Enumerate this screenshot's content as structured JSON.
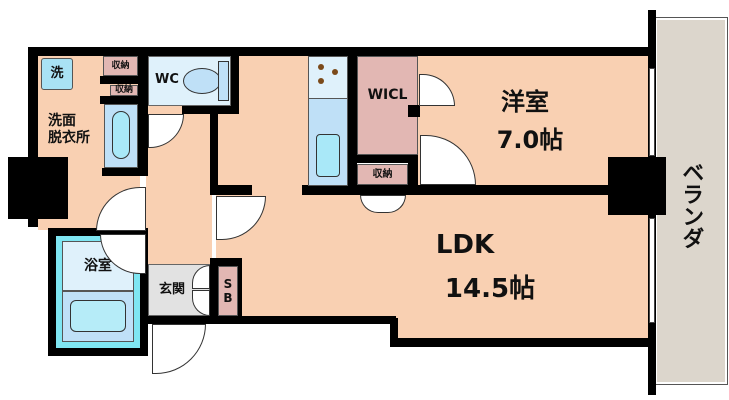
{
  "rooms": {
    "washer": "洗",
    "storage1": "収納",
    "storage2": "収納",
    "wc": "WC",
    "washroom_line1": "洗面",
    "washroom_line2": "脱衣所",
    "bathroom": "浴室",
    "entrance": "玄関",
    "shoebox_s": "S",
    "shoebox_b": "B",
    "wicl": "WICL",
    "storage3": "収納",
    "western_room": "洋室",
    "western_room_size": "7.0帖",
    "ldk": "LDK",
    "ldk_size": "14.5帖",
    "balcony": "ベランダ"
  },
  "colors": {
    "floor": "#f9d0b2",
    "storage": "#e2b7b3",
    "water": "#bfe0f7",
    "balcony": "#dcd6cc"
  }
}
